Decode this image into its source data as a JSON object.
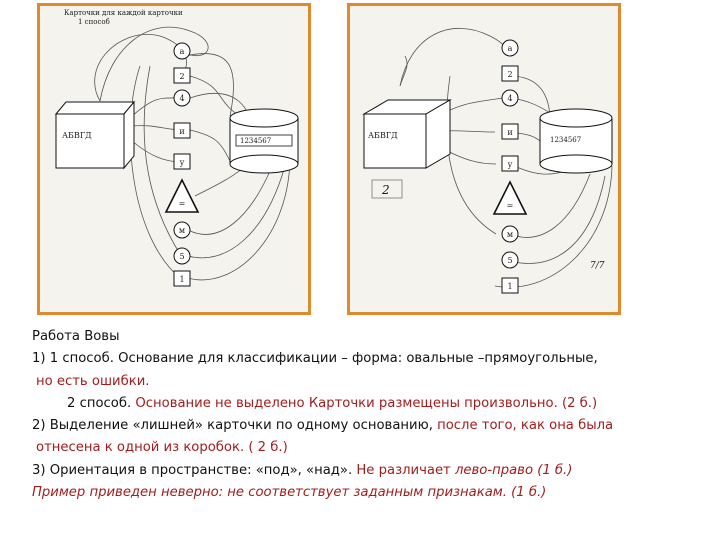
{
  "colors": {
    "frame": "#e08a2e",
    "paper": "#f5f3ee",
    "highlight": "#a11d1d",
    "ink": "#1a1a1a"
  },
  "scan1": {
    "header_top": "Карточки для каждой карточки",
    "header_sub": "1 способ",
    "box_label": "АБВГД",
    "cylinder_label": "1234567",
    "cards": [
      "а",
      "2",
      "4",
      "и",
      "у",
      "=",
      "м",
      "5",
      "1"
    ]
  },
  "scan2": {
    "box_label": "АБВГД",
    "cylinder_label": "1234567",
    "handwritten_mark": "2",
    "corner_mark": "7/7",
    "cards": [
      "а",
      "2",
      "4",
      "и",
      "у",
      "=",
      "м",
      "5",
      "1"
    ]
  },
  "text": {
    "title": "Работа Вовы",
    "l1_num": "1)",
    "l1_text": "1 способ. Основание для классификации – форма: овальные –прямоугольные,",
    "l2_red": "но есть ошибки.",
    "l3_black": "2 способ.",
    "l3_red": "Основание не выделено Карточки размещены произвольно. (2 б.)",
    "l4_black": "2) Выделение «лишней» карточки по одному основанию,",
    "l4_red": "после того, как она была",
    "l5_red": "отнесена к одной из коробок. ( 2 б.)",
    "l6_black": "3) Ориентация в пространстве: «под», «над».",
    "l6_red_a": "Не различает",
    "l6_red_b": "лево-право (1 б.)",
    "l7_red": "Пример приведен неверно: не соответствует заданным признакам. (1 б.)"
  }
}
